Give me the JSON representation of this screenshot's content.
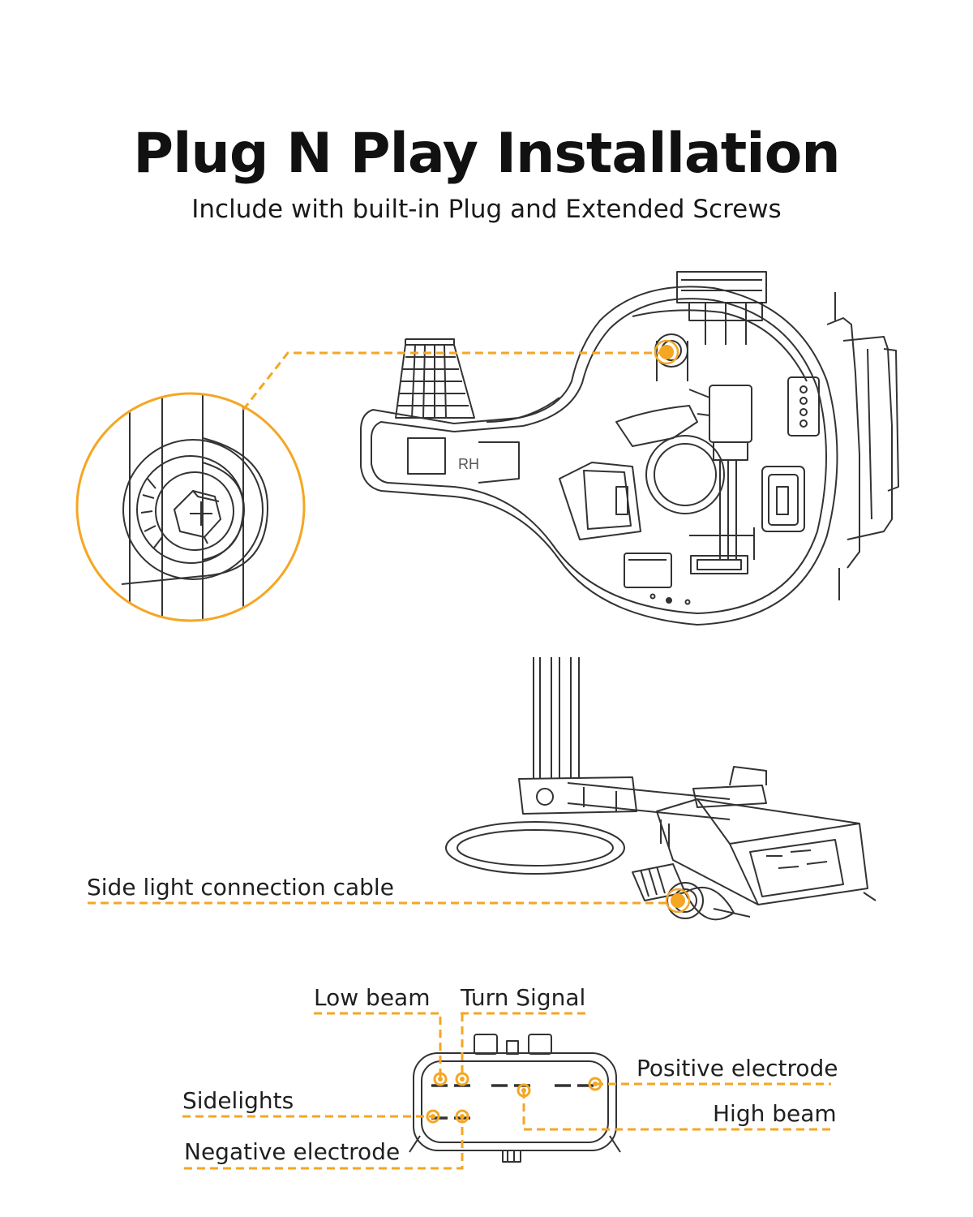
{
  "header": {
    "title": "Plug N Play Installation",
    "subtitle": "Include with built-in Plug and Extended Screws"
  },
  "housing": {
    "side_marking": "RH"
  },
  "cable": {
    "label": "Side light connection cable"
  },
  "connector": {
    "labels": {
      "low_beam": "Low beam",
      "turn_signal": "Turn Signal",
      "positive_electrode": "Positive electrode",
      "sidelights": "Sidelights",
      "high_beam": "High beam",
      "negative_electrode": "Negative electrode"
    }
  },
  "colors": {
    "accent": "#F5A623",
    "line": "#333333"
  }
}
